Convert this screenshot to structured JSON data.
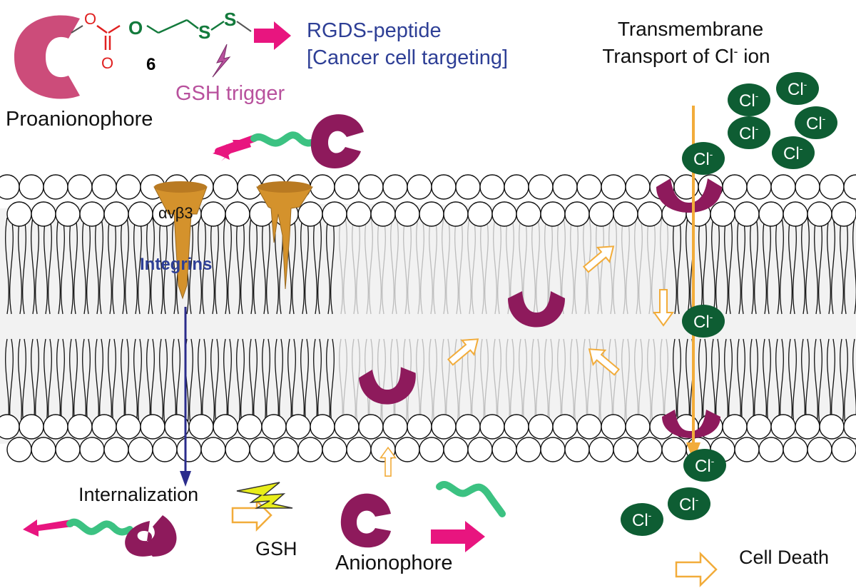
{
  "proanionophore": {
    "label": "Proanionophore",
    "atom_o": "O",
    "atom_s": "S",
    "compound_number": "6",
    "trigger": "GSH trigger"
  },
  "peptide": {
    "line1": "RGDS-peptide",
    "line2": "[Cancer cell targeting]"
  },
  "transport": {
    "line1": "Transmembrane",
    "line2_pre": "Transport of Cl",
    "line2_sup": "-",
    "line2_post": " ion"
  },
  "integrin": {
    "receptor": "αvβ3",
    "label": "Integrins"
  },
  "labels": {
    "internalization": "Internalization",
    "gsh": "GSH",
    "anionophore": "Anionophore",
    "cell_death": "Cell Death"
  },
  "chloride": {
    "symbol": "Cl",
    "charge": "-"
  },
  "colors": {
    "proanionophore": "#cc4c7a",
    "anionophore": "#8e1a5c",
    "chloride": "#0e5d33",
    "peptide_arrow": "#e8157f",
    "peptide_chain": "#3cc282",
    "integrin": "#d4922c",
    "transport_arrow": "#f2ac3a",
    "internalization_arrow": "#2b2c8c",
    "carbonate_red": "#e02020",
    "linker_green": "#137a3c",
    "gsh_trigger": "#b8519d",
    "peptide_text": "#2e3f96"
  }
}
